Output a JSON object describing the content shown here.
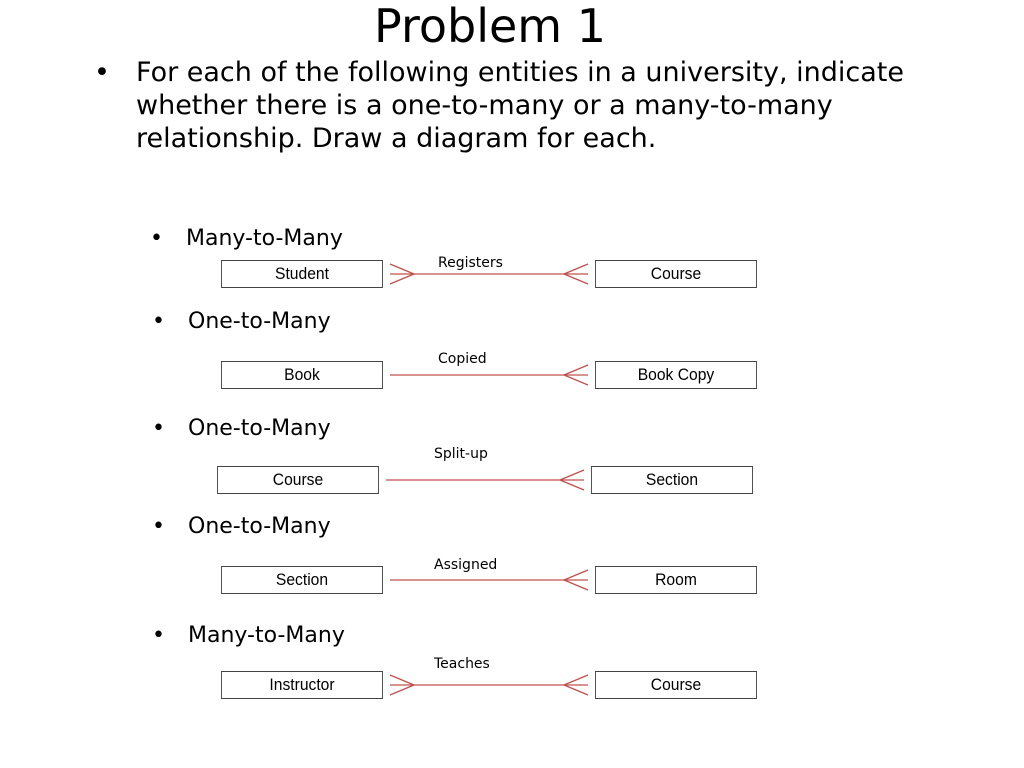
{
  "title": "Problem 1",
  "prompt": {
    "bullet": "•",
    "text": "For each of the following entities in a university, indicate whether there is a one-to-many or a many-to-many relationship. Draw a diagram for each."
  },
  "colors": {
    "line": "#c0504d",
    "border": "#444444"
  },
  "relationships": [
    {
      "type": "Many-to-Many",
      "verb": "Registers",
      "left": "Student",
      "right": "Course",
      "left_end": "crow",
      "right_end": "crow"
    },
    {
      "type": "One-to-Many",
      "verb": "Copied",
      "left": "Book",
      "right": "Book Copy",
      "left_end": "none",
      "right_end": "crow"
    },
    {
      "type": "One-to-Many",
      "verb": "Split-up",
      "left": "Course",
      "right": "Section",
      "left_end": "none",
      "right_end": "crow"
    },
    {
      "type": "One-to-Many",
      "verb": "Assigned",
      "left": "Section",
      "right": "Room",
      "left_end": "none",
      "right_end": "crow"
    },
    {
      "type": "Many-to-Many",
      "verb": "Teaches",
      "left": "Instructor",
      "right": "Course",
      "left_end": "crow",
      "right_end": "crow"
    }
  ]
}
